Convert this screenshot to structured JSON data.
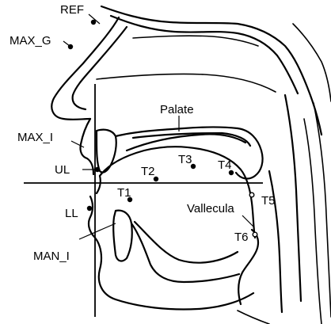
{
  "labels": {
    "ref": "REF",
    "max_g": "MAX_G",
    "palate": "Palate",
    "max_i": "MAX_I",
    "ul": "UL",
    "t2": "T2",
    "t3": "T3",
    "t4": "T4",
    "t1": "T1",
    "ll": "LL",
    "vallecula": "Vallecula",
    "t5": "T5",
    "t6": "T6",
    "man_i": "MAN_I"
  },
  "colors": {
    "ink": "#000000",
    "background": "#ffffff"
  }
}
